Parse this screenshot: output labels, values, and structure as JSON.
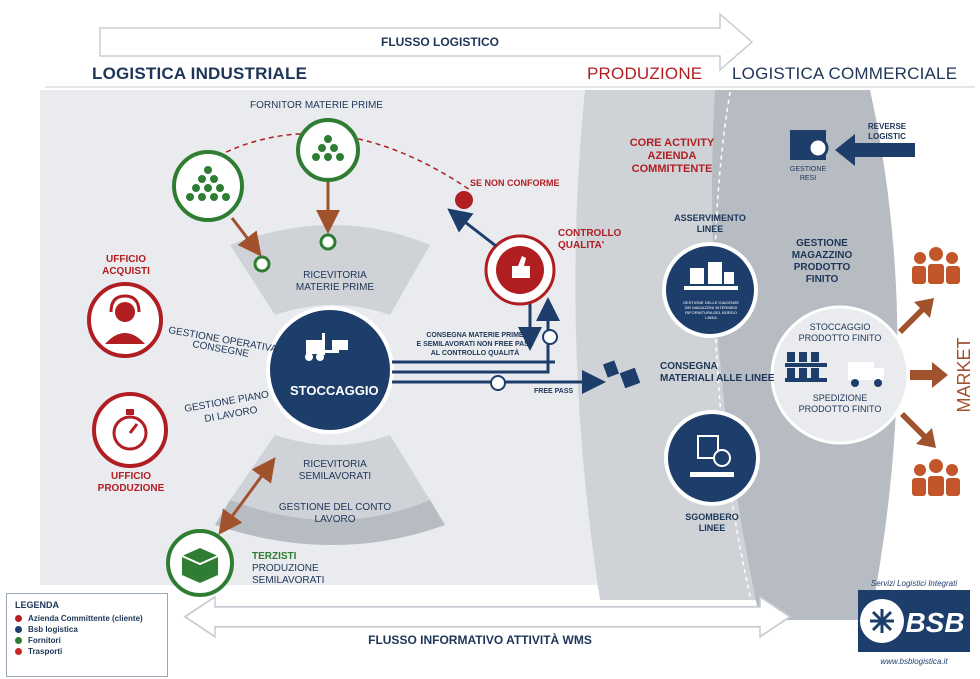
{
  "header": {
    "flow_logistic": "FLUSSO LOGISTICO",
    "logistica_industriale": "LOGISTICA INDUSTRIALE",
    "produzione": "PRODUZIONE",
    "logistica_commerciale": "LOGISTICA COMMERCIALE"
  },
  "nodes": {
    "fornitori": "FORNITOR MATERIE PRIME",
    "se_non_conforme": "SE NON CONFORME",
    "controllo_line1": "CONTROLLO",
    "controllo_line2": "QUALITA'",
    "ufficio_acquisti_1": "UFFICIO",
    "ufficio_acquisti_2": "ACQUISTI",
    "ufficio_produzione_1": "UFFICIO",
    "ufficio_produzione_2": "PRODUZIONE",
    "ricevitoria_mp_1": "RICEVITORIA",
    "ricevitoria_mp_2": "MATERIE PRIME",
    "ricevitoria_sl_1": "RICEVITORIA",
    "ricevitoria_sl_2": "SEMILAVORATI",
    "gestione_conto_1": "GESTIONE DEL CONTO",
    "gestione_conto_2": "LAVORO",
    "gestione_operativa_1": "GESTIONE OPERATIVA",
    "gestione_operativa_2": "CONSEGNE",
    "gestione_piano_1": "GESTIONE PIANO",
    "gestione_piano_2": "DI LAVORO",
    "stoccaggio": "STOCCAGGIO",
    "consegna_mp_1": "CONSEGNA MATERIE PRIME",
    "consegna_mp_2": "E SEMILAVORATI NON FREE PASS",
    "consegna_mp_3": "AL CONTROLLO QUALITÀ",
    "free_pass": "FREE PASS",
    "terzisti": "TERZISTI",
    "terzisti_2": "PRODUZIONE",
    "terzisti_3": "SEMILAVORATI",
    "core_1": "CORE ACTIVITY",
    "core_2": "AZIENDA",
    "core_3": "COMMITTENTE",
    "asservimento_1": "ASSERVIMENTO",
    "asservimento_2": "LINEE",
    "asservimento_desc": "GESTIONE DELLE GIACENZE DEI MAGAZZINI INTERMEDI RIFORNITURA DEL BORDO LINEA",
    "consegna_linee_1": "CONSEGNA",
    "consegna_linee_2": "MATERIALI ALLE LINEE",
    "sgombero_1": "SGOMBERO",
    "sgombero_2": "LINEE",
    "reverse_1": "REVERSE",
    "reverse_2": "LOGISTIC",
    "gestione_resi_1": "GESTIONE",
    "gestione_resi_2": "RESI",
    "magazzino_1": "GESTIONE",
    "magazzino_2": "MAGAZZINO",
    "magazzino_3": "PRODOTTO",
    "magazzino_4": "FINITO",
    "stoccaggio_pf_1": "STOCCAGGIO",
    "stoccaggio_pf_2": "PRODOTTO FINITO",
    "spedizione_1": "SPEDIZIONE",
    "spedizione_2": "PRODOTTO FINITO",
    "market": "MARKET"
  },
  "footer": {
    "flusso_informativo": "FLUSSO INFORMATIVO ATTIVITÀ WMS",
    "brand": "BSB",
    "brand_tagline": "Servizi Logistici Integrati",
    "brand_url": "www.bsblogistica.it"
  },
  "legend": {
    "title": "LEGENDA",
    "items": [
      {
        "label": "Azienda Committente (cliente)",
        "color": "#b11e22"
      },
      {
        "label": "Bsb logistica",
        "color": "#1d3d6b"
      },
      {
        "label": "Fornitori",
        "color": "#2e7d32"
      },
      {
        "label": "Trasporti",
        "color": "#c62828"
      }
    ]
  },
  "colors": {
    "navy": "#1d3d6b",
    "red": "#b11e22",
    "green": "#2e7d32",
    "brown": "#a0522d",
    "bg_light": "#e9ebee",
    "bg_mid": "#cfd3d8",
    "bg_dark": "#b7bcc3"
  }
}
